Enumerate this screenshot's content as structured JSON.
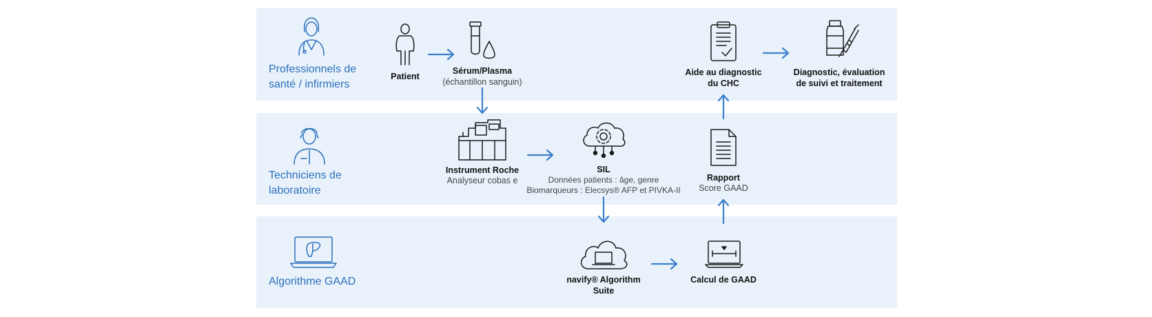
{
  "roles": {
    "health": "Professionnels de santé / infirmiers",
    "lab": "Techniciens de laboratoire",
    "algo": "Algorithme GAAD"
  },
  "steps": {
    "patient": "Patient",
    "sample_title": "Sérum/Plasma",
    "sample_sub": "(échantillon sanguin)",
    "instrument_title": "Instrument Roche",
    "instrument_sub": "Analyseur cobas e",
    "sil_title": "SIL",
    "sil_line1": "Données patients : âge, genre",
    "sil_line2": "Biomarqueurs : Elecsys® AFP et PIVKA-II",
    "navify_line1": "navify® Algorithm",
    "navify_line2": "Suite",
    "calc": "Calcul de GAAD",
    "report_title": "Rapport",
    "report_sub": "Score GAAD",
    "aid_line1": "Aide au diagnostic",
    "aid_line2": "du CHC",
    "diag_line1": "Diagnostic, évaluation",
    "diag_line2": "de suivi et traitement"
  },
  "colors": {
    "lane_bg": "#e9f2fa",
    "accent": "#2a6fbe",
    "arrow": "#3b7fcd"
  },
  "icons": [
    "doctor-icon",
    "patient-icon",
    "blood-tube-icon",
    "clipboard-check-icon",
    "medication-syringe-icon",
    "lab-technician-icon",
    "analyzer-instrument-icon",
    "cloud-gear-icon",
    "report-document-icon",
    "laptop-liver-icon",
    "cloud-laptop-icon",
    "laptop-calculation-icon"
  ]
}
